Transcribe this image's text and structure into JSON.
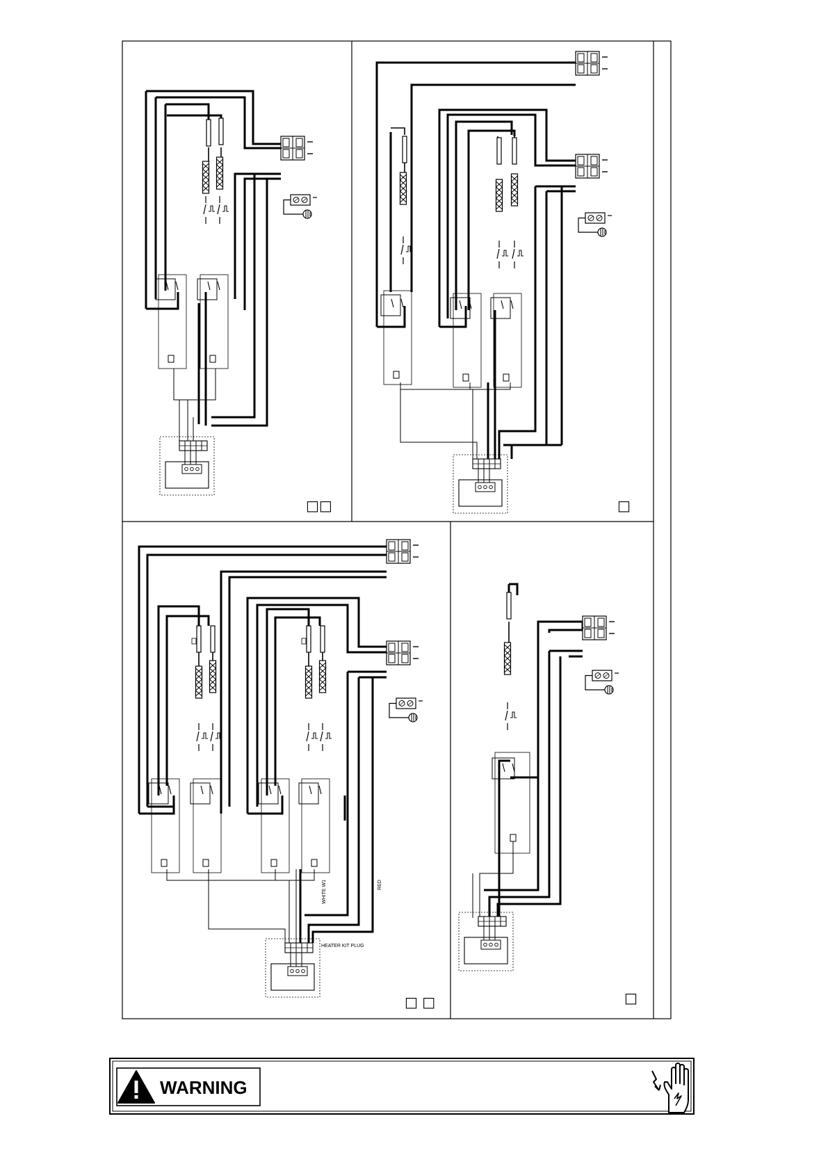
{
  "panels": {
    "top_left": {
      "label": "□□"
    },
    "top_right": {
      "label": "□"
    },
    "bottom_left": {
      "label": "□ □"
    },
    "bottom_right": {
      "label": "□"
    }
  },
  "wire_labels": {
    "white_w1": "WHITE W1",
    "red": "RED",
    "heater_kit_plug": "HEATER KIT PLUG"
  },
  "warning": {
    "word": "WARNING",
    "icon": "warning-triangle-icon",
    "hazard_icon": "electric-shock-hand-icon"
  }
}
